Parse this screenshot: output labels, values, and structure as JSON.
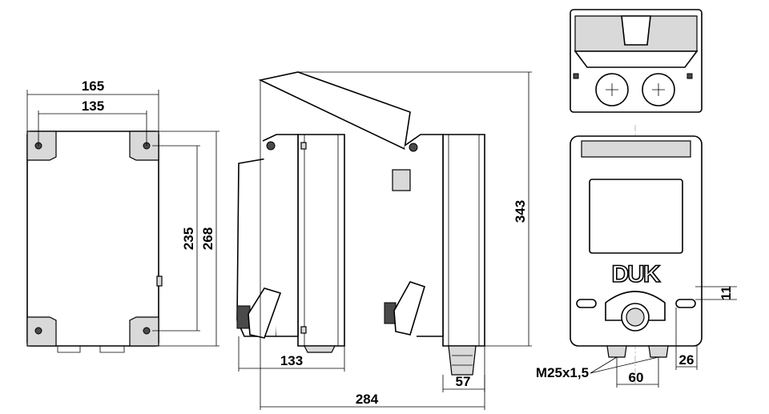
{
  "drawing": {
    "brand_logo": "DUK",
    "dimensions": {
      "front_width_outer": "165",
      "front_width_inner": "135",
      "front_height_inner": "235",
      "front_height_outer": "268",
      "side_depth_body": "133",
      "side_height_open": "343",
      "side_depth_open": "284",
      "side_gland": "57",
      "end_slot_height": "11",
      "end_slot_offset": "26",
      "end_gland_spacing": "60",
      "end_thread": "M25x1,5"
    }
  }
}
